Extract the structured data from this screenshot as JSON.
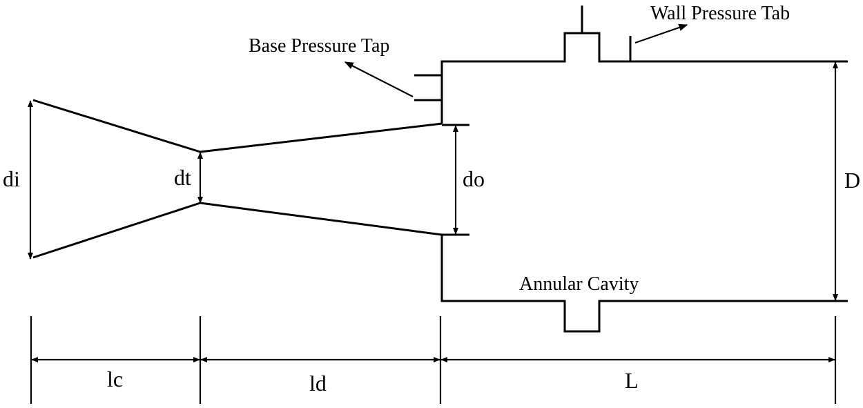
{
  "labels": {
    "di": "di",
    "dt": "dt",
    "do": "do",
    "D": "D",
    "lc": "lc",
    "ld": "ld",
    "L": "L",
    "base_pressure_tap": "Base Pressure Tap",
    "wall_pressure_tab": "Wall Pressure Tab",
    "annular_cavity": "Annular Cavity"
  }
}
